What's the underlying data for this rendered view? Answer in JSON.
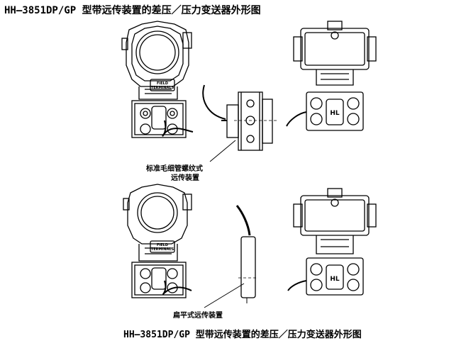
{
  "title_top": "HH—3851DP/GP 型带远传装置的差压／压力变送器外形图",
  "title_bottom": "HH—3851DP/GP 型带远传装置的差压／压力变送器外形图",
  "labels": {
    "capillary_line1": "标准毛细管螺纹式",
    "capillary_line2": "远传装置",
    "flat": "扁平式远传装置",
    "field_terminals_1": "FIELD",
    "field_terminals_2": "TERMINALS",
    "hl": "HL"
  }
}
